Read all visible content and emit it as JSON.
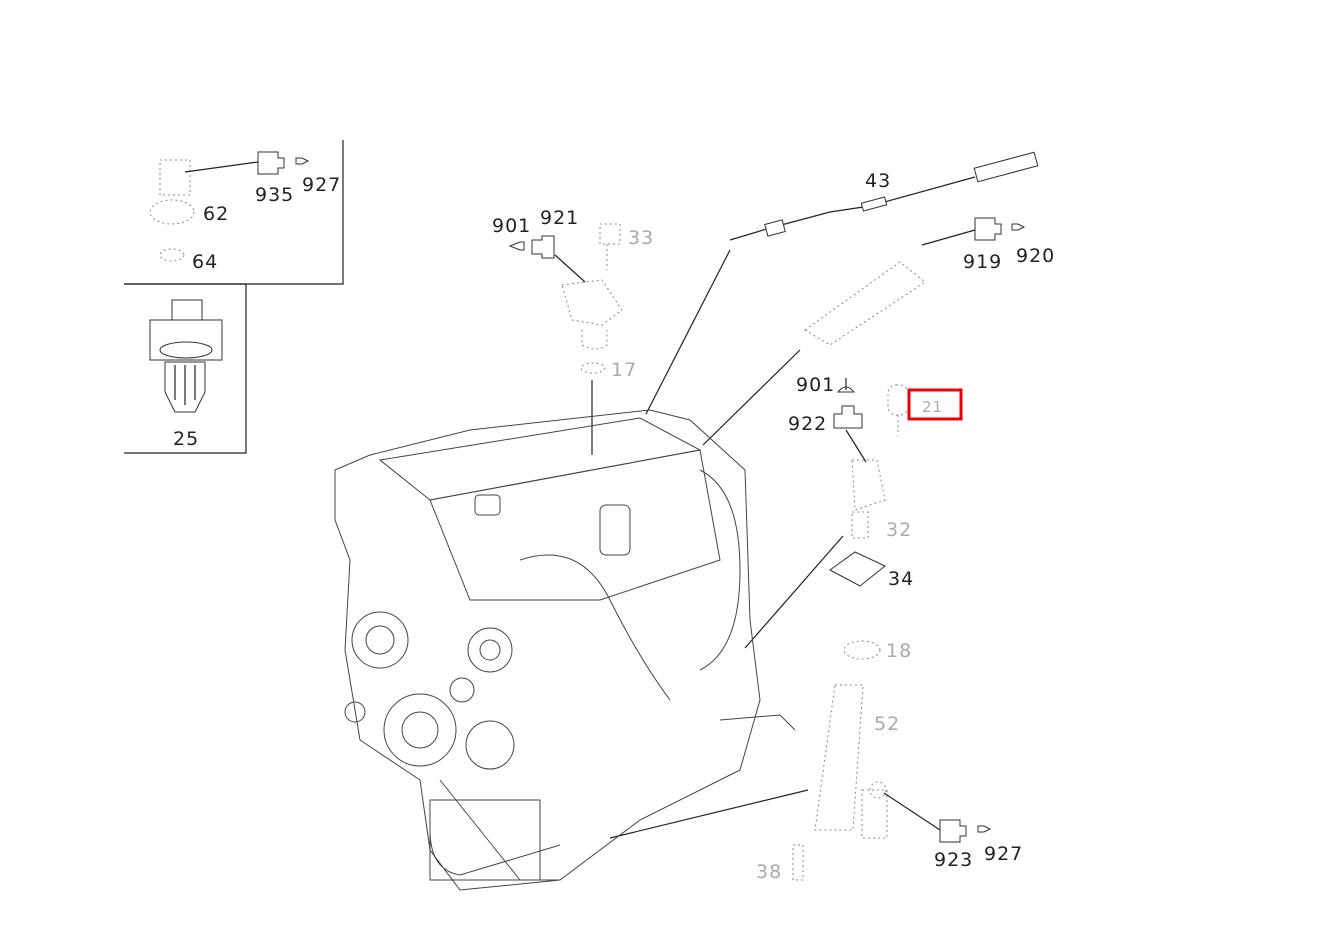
{
  "diagram": {
    "inset_top_labels": {
      "sensor": "62",
      "sensor_base": "64",
      "connector": "935",
      "pin": "927"
    },
    "inset_bottom_labels": {
      "sensor": "25"
    },
    "labels": {
      "screw_a": "901",
      "connector_a": "921",
      "bolt_a": "33",
      "sensor_a": "17",
      "cable": "43",
      "connector_b": "919",
      "pin_b": "920",
      "screw_c": "901",
      "connector_c": "922",
      "highlighted_part": "21",
      "sensor_c": "32",
      "gasket": "34",
      "seal_ring": "18",
      "oil_sensor": "52",
      "bolt_d": "38",
      "connector_d": "923",
      "pin_d": "927"
    },
    "highlight_color": "#e8000b"
  }
}
